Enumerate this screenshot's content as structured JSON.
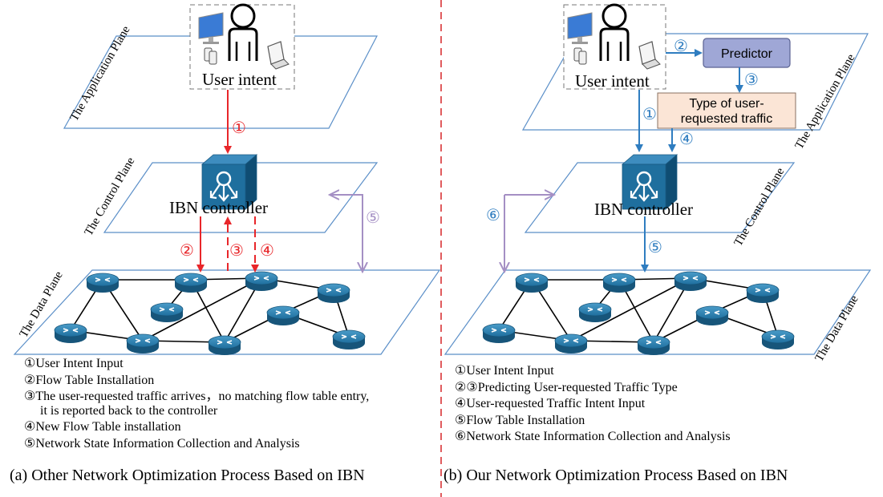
{
  "left": {
    "planes": {
      "application": "The Application Plane",
      "control": "The Control Plane",
      "data": "The Data Plane"
    },
    "user_intent": "User intent",
    "controller": "IBN controller",
    "step_markers": [
      "①",
      "②",
      "③",
      "④",
      "⑤"
    ],
    "legend": [
      "①User Intent Input",
      "②Flow Table Installation",
      "③The user-requested traffic arrives，no matching flow table entry,",
      "it is reported back to the controller",
      "④New Flow Table installation",
      "⑤Network State Information Collection and Analysis"
    ],
    "caption": "(a) Other Network Optimization Process Based on IBN"
  },
  "right": {
    "planes": {
      "application": "The Application Plane",
      "control": "The Control Plane",
      "data": "The Data Plane"
    },
    "user_intent": "User intent",
    "predictor": "Predictor",
    "traffic_type_line1": "Type of user-",
    "traffic_type_line2": "requested traffic",
    "controller": "IBN controller",
    "step_markers": [
      "①",
      "②",
      "③",
      "④",
      "⑤",
      "⑥"
    ],
    "legend": [
      "①User Intent Input",
      "②③Predicting User-requested Traffic Type",
      "④User-requested Traffic Intent Input",
      "⑤Flow Table Installation",
      "⑥Network State Information Collection and Analysis"
    ],
    "caption": "(b)  Our Network Optimization Process Based on IBN"
  },
  "colors": {
    "left_arrows": "#e8262a",
    "right_arrows": "#2f7dc0",
    "feedback_arrow": "#a48fc4",
    "plane_border": "#5b8fc8",
    "router": "#1f6f9e",
    "controller": "#1f6f9e",
    "predictor_fill": "#9fa7d6",
    "traffic_box_fill": "#fbe5d6",
    "divider": "#d62728"
  }
}
